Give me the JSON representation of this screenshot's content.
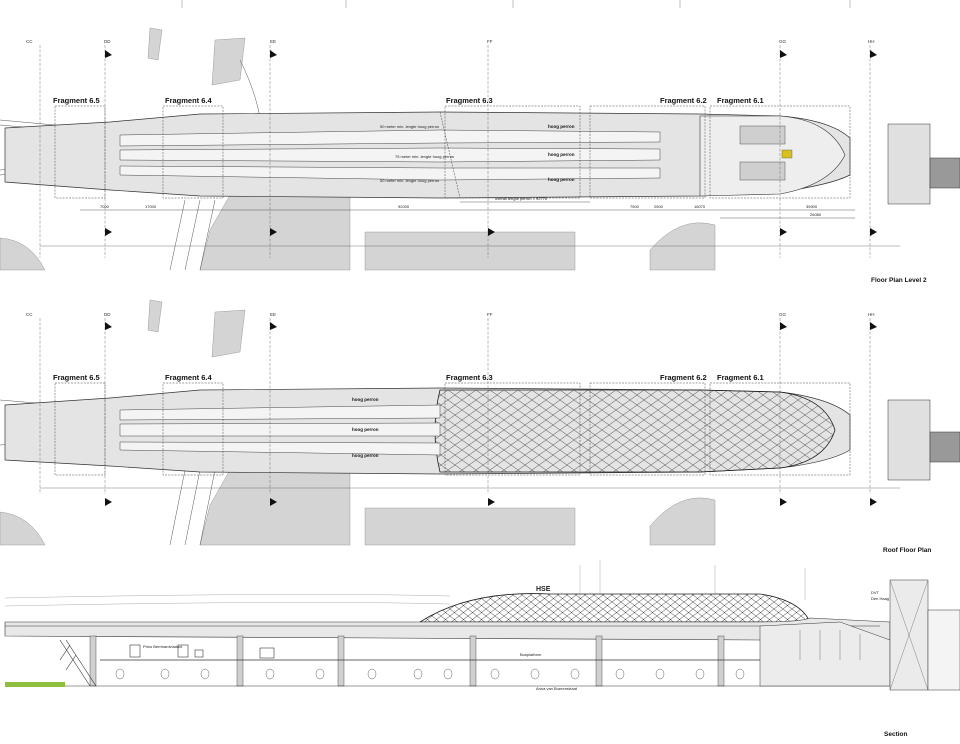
{
  "plans": [
    {
      "id": "level2",
      "title": "Floor Plan Level 2",
      "fragments": [
        "Fragment 6.5",
        "Fragment 6.4",
        "Fragment 6.3",
        "Fragment 6.2",
        "Fragment 6.1"
      ],
      "grid_lines": [
        "CC",
        "DD",
        "EE",
        "FF",
        "GG",
        "HH"
      ],
      "perron_labels": [
        "hoog perron",
        "hoog perron",
        "hoog perron"
      ],
      "notes": [
        "50 meter min. lengte hoog perron",
        "75 meter min. lengte hoog perron",
        "50 meter min. lengte hoog perron"
      ],
      "dimensions": [
        "7000",
        "17000",
        "92000",
        "7500",
        "2500",
        "16070",
        "35900",
        "26080"
      ],
      "overall_note": "overall lengte perron = 92770"
    },
    {
      "id": "roof",
      "title": "Roof Floor Plan",
      "fragments": [
        "Fragment 6.5",
        "Fragment 6.4",
        "Fragment 6.3",
        "Fragment 6.2",
        "Fragment 6.1"
      ],
      "grid_lines": [
        "CC",
        "DD",
        "EE",
        "FF",
        "GG",
        "HH"
      ],
      "perron_labels": [
        "hoog perron",
        "hoog perron",
        "hoog perron"
      ]
    }
  ],
  "section": {
    "title": "Section",
    "labels": {
      "hse": "HSE",
      "tram": "Prins Bernhardviaduct",
      "busplatform": "Busplatform",
      "street": "Anna van Buerenstraat",
      "dvt": "DVT",
      "denhaag": "Den Haag"
    }
  },
  "colors": {
    "line": "#333333",
    "fill": "#dddddd",
    "block": "#cfcfcf",
    "green": "#8fbf3f"
  }
}
